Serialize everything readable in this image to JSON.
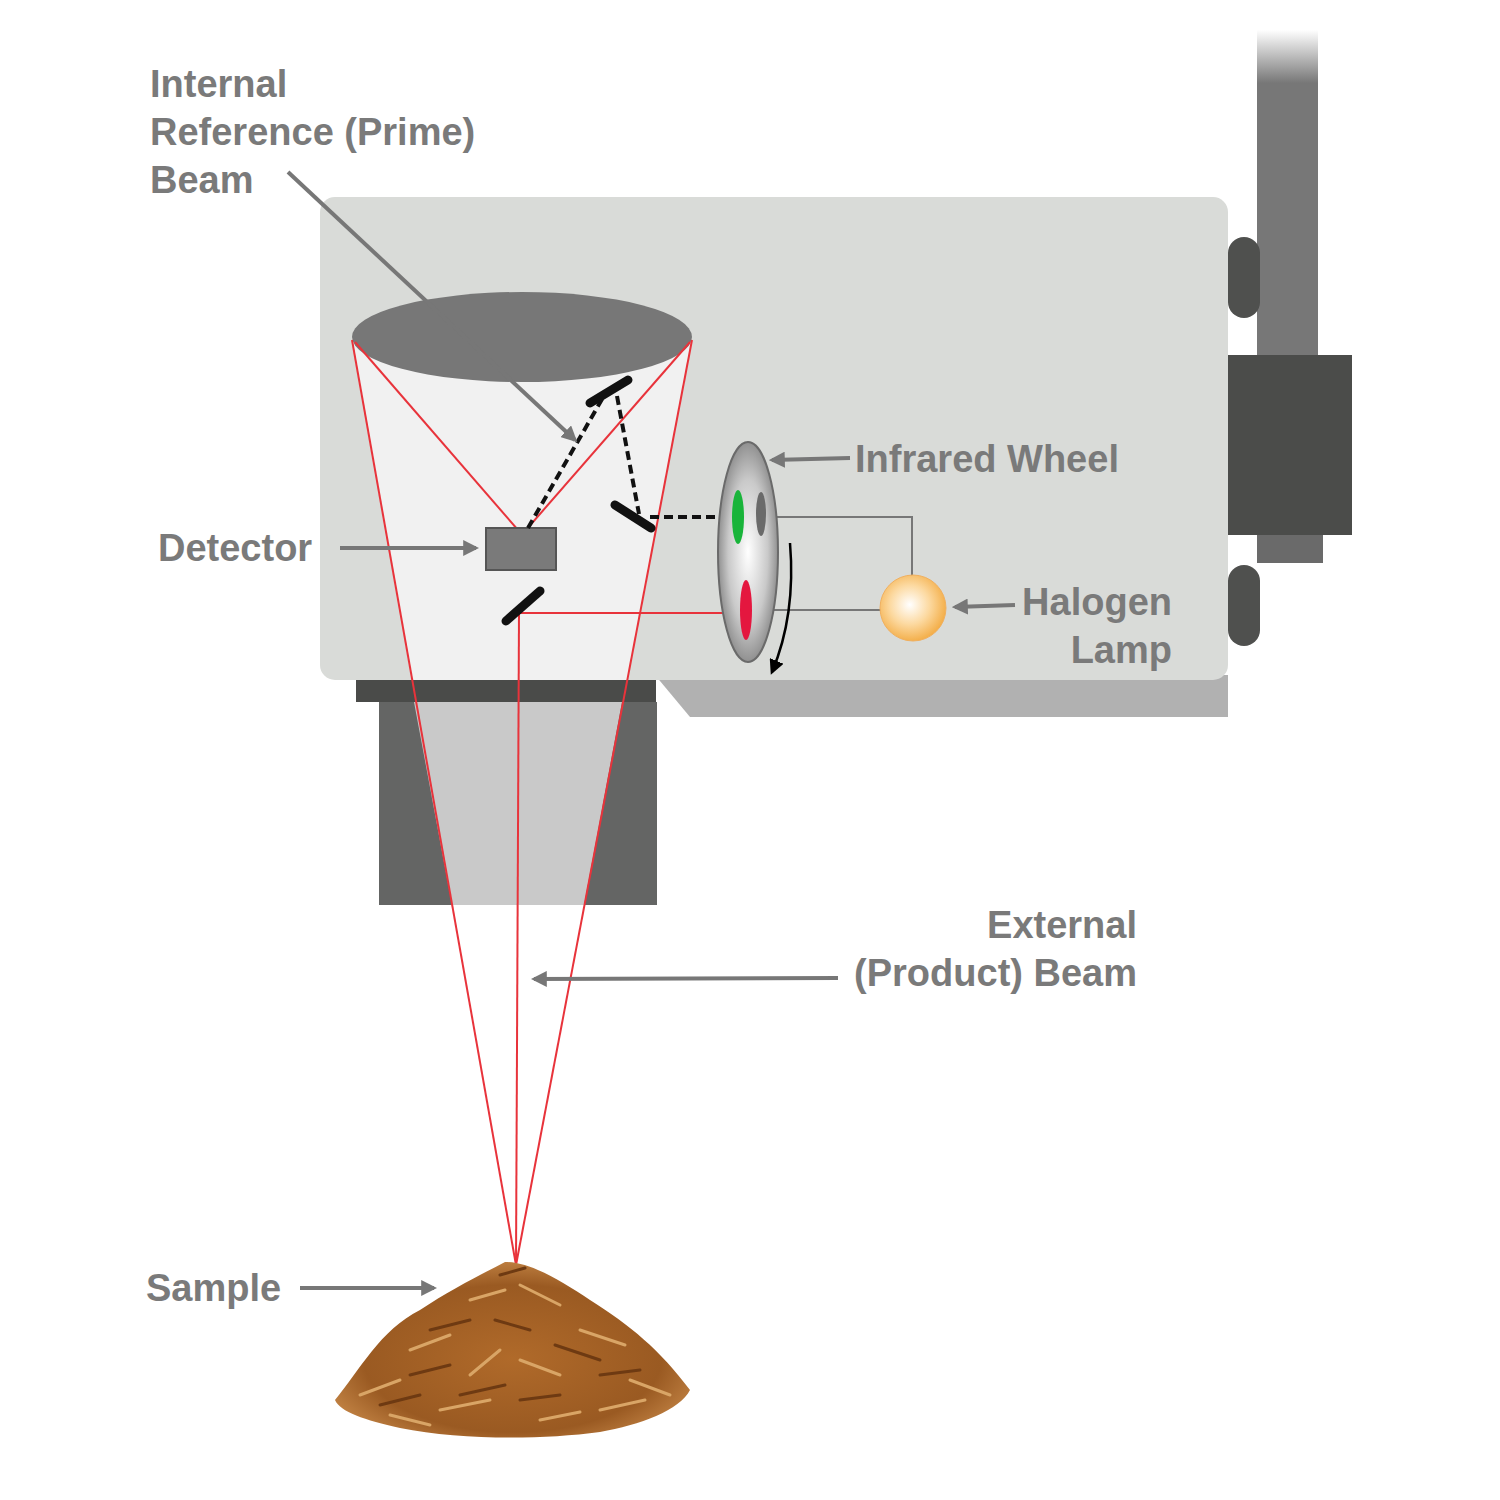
{
  "diagram": {
    "labels": [
      "Internal Reference (Prime) Beam",
      "Infrared Wheel",
      "Detector",
      "Halogen Lamp",
      "External (Product) Beam",
      "Sample"
    ]
  }
}
